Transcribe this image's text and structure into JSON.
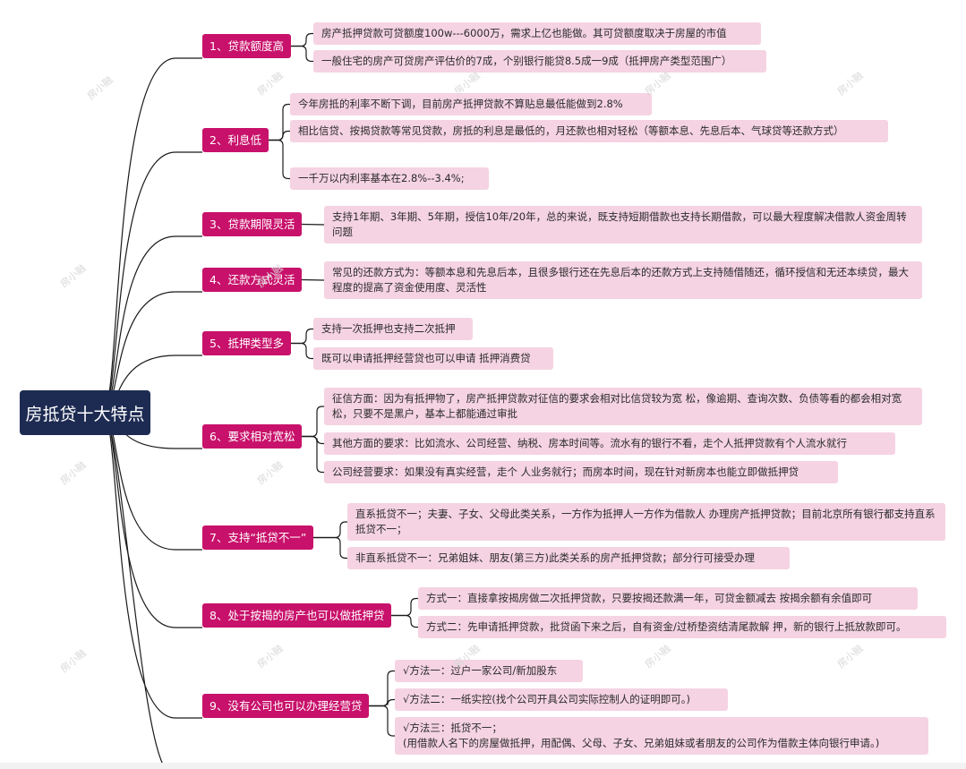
{
  "root": {
    "title": "房抵贷十大特点"
  },
  "branches": [
    {
      "label": "1、贷款额度高",
      "leaves": [
        "房产抵押贷款可贷额度100w---6000万，需求上亿也能做。其可贷额度取决于房屋的市值",
        "一般住宅的房产可贷房产评估价的7成，个别银行能贷8.5成一9成（抵押房产类型范围广）"
      ]
    },
    {
      "label": "2、利息低",
      "leaves": [
        "今年房抵的利率不断下调，目前房产抵押贷款不算贴息最低能做到2.8%",
        "相比信贷、按揭贷款等常见贷款，房抵的利息是最低的，月还款也相对轻松（等额本息、先息后本、气球贷等还款方式）",
        "一千万以内利率基本在2.8%--3.4%;"
      ]
    },
    {
      "label": "3、贷款期限灵活",
      "leaves": [
        "支持1年期、3年期、5年期，授信10年/20年，总的来说，既支持短期借款也支持长期借款，可以最大程度解决借款人资金周转问题"
      ]
    },
    {
      "label": "4、还款方式灵活",
      "leaves": [
        "常见的还款方式为：等额本息和先息后本，且很多银行还在先息后本的还款方式上支持随借随还，循环授信和无还本续贷，最大程度的提高了资金使用度、灵活性"
      ]
    },
    {
      "label": "5、抵押类型多",
      "leaves": [
        "支持一次抵押也支持二次抵押",
        "既可以申请抵押经营贷也可以申请 抵押消费贷"
      ]
    },
    {
      "label": "6、要求相对宽松",
      "leaves": [
        "征信方面：因为有抵押物了，房产抵押贷款对征信的要求会相对比信贷较为宽 松，像逾期、查询次数、负债等看的都会相对宽松，只要不是黑户，基本上都能通过审批",
        "其他方面的要求：比如流水、公司经营、纳税、房本时间等。流水有的银行不看，走个人抵押贷款有个人流水就行",
        "公司经营要求：如果没有真实经营，走个 人业务就行；而房本时间，现在针对新房本也能立即做抵押贷"
      ]
    },
    {
      "label": "7、支持“抵贷不一”",
      "leaves": [
        "直系抵贷不一；夫妻、子女、父母此类关系，一方作为抵押人一方作为借款人 办理房产抵押贷款；目前北京所有银行都支持直系抵贷不一；",
        "非直系抵贷不一：兄弟姐妹、朋友(第三方)此类关系的房产抵押贷款；部分行可接受办理"
      ]
    },
    {
      "label": "8、处于按揭的房产也可以做抵押贷",
      "leaves": [
        "方式一：直接拿按揭房做二次抵押贷款，只要按揭还款满一年，可贷金额减去 按揭余额有余值即可",
        "方式二：先申请抵押贷款，批贷函下来之后，自有资金/过桥垫资结清尾款解 押，新的银行上抵放款即可。"
      ]
    },
    {
      "label": "9、没有公司也可以办理经营贷",
      "leaves": [
        "√方法一：过户一家公司/新加股东",
        "√方法二：一纸实控(找个公司开具公司实际控制人的证明即可。)",
        "√方法三：抵贷不一；\n(用借款人名下的房屋做抵押，用配偶、父母、子女、兄弟姐妹或者朋友的公司作为借款主体向银行申请。)"
      ]
    }
  ],
  "watermark": "房小融",
  "colors": {
    "root_bg": "#1d2b52",
    "branch_bg": "#c8116b",
    "leaf_bg": "#f5d3e2",
    "line": "#1a1a1a"
  }
}
